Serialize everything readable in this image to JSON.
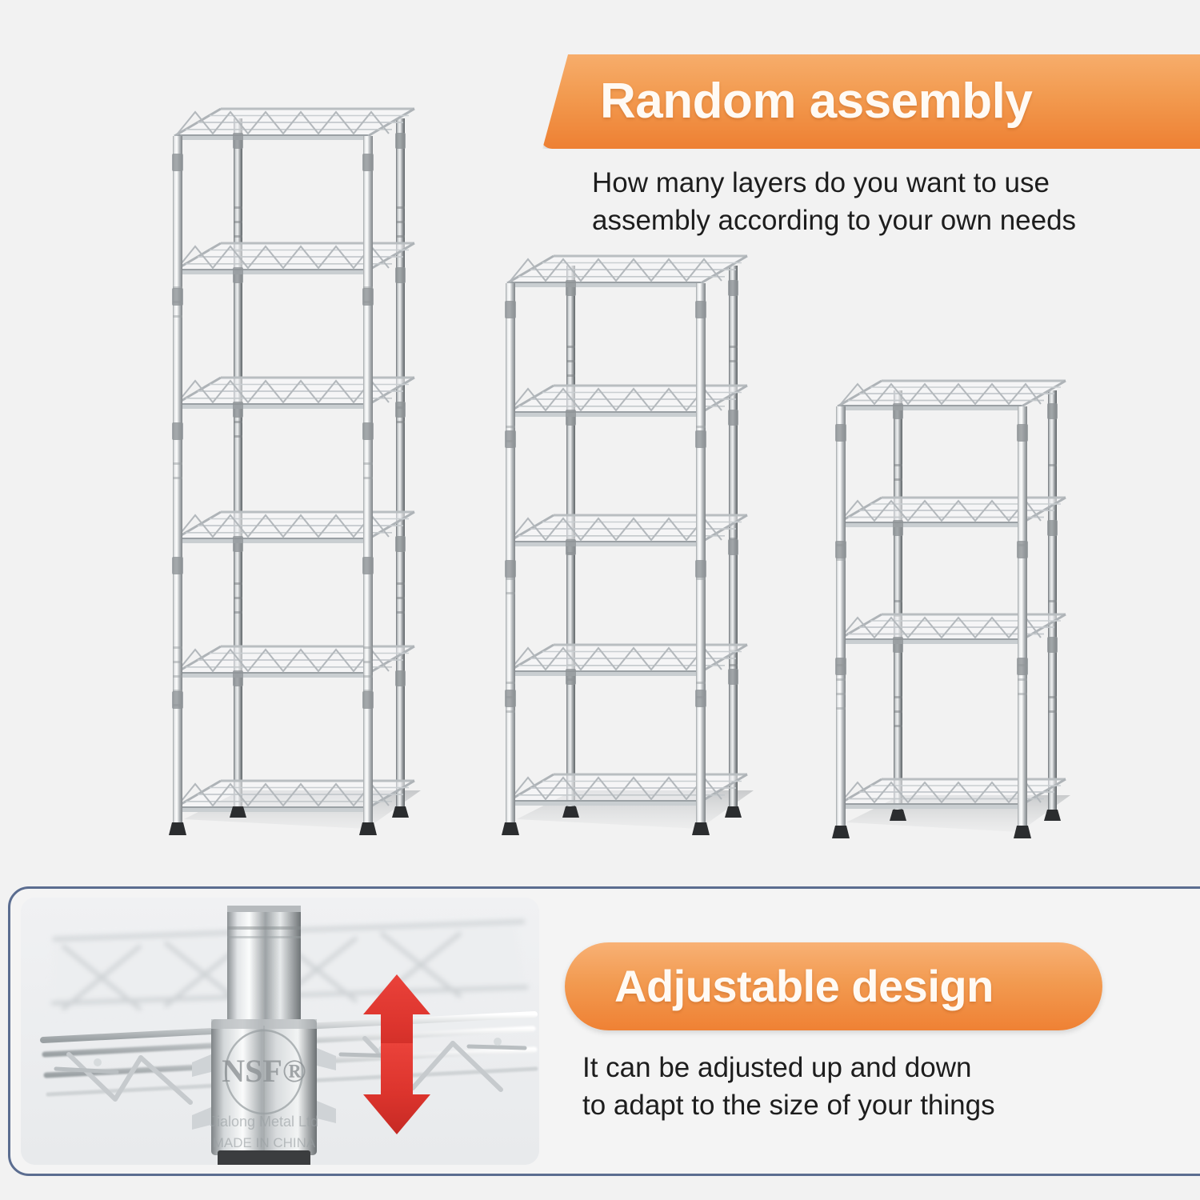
{
  "background_color": "#f2f2f2",
  "accent_color": "#ef8133",
  "panel_border_color": "#5b6d90",
  "arrow_color": "#e0342f",
  "sections": {
    "random_assembly": {
      "banner_label": "Random assembly",
      "description_line1": "How many layers do you want to use",
      "description_line2": "assembly according to your own needs",
      "units": [
        {
          "name": "six-tier-shelf",
          "tiers": 6,
          "posts": 4,
          "feet": 4
        },
        {
          "name": "five-tier-shelf",
          "tiers": 5,
          "posts": 4,
          "feet": 4
        },
        {
          "name": "four-tier-shelf",
          "tiers": 4,
          "posts": 4,
          "feet": 4
        }
      ]
    },
    "adjustable_design": {
      "banner_label": "Adjustable design",
      "description_line1": "It can be adjusted up and down",
      "description_line2": "to adapt to the size of your things",
      "photo": {
        "name": "post-collar-closeup",
        "collar_logo": "NSF®",
        "collar_line2": "Jialong Metal Ltd",
        "collar_line3": "MADE IN CHINA",
        "arrows": [
          "up-arrow",
          "down-arrow"
        ]
      }
    }
  }
}
